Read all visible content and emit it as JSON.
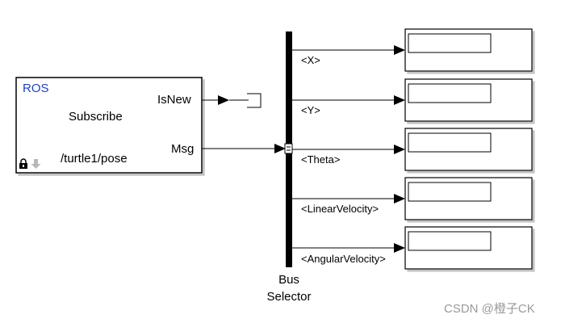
{
  "ros_block": {
    "tag": "ROS",
    "operation": "Subscribe",
    "output_ports": [
      "IsNew",
      "Msg"
    ],
    "topic": "/turtle1/pose"
  },
  "bus_selector": {
    "name": "Bus\nSelector",
    "outputs": [
      "<X>",
      "<Y>",
      "<Theta>",
      "<LinearVelocity>",
      "<AngularVelocity>"
    ]
  },
  "display_blocks": [
    {
      "value": ""
    },
    {
      "value": ""
    },
    {
      "value": ""
    },
    {
      "value": ""
    },
    {
      "value": ""
    }
  ],
  "terminator": {
    "icon": "terminator-icon"
  },
  "icons": {
    "lock": "lock-icon",
    "download": "down-arrow-icon"
  },
  "watermark": "CSDN @橙子CK",
  "colors": {
    "ros_tag": "#1f3fbf",
    "line": "#000000",
    "watermark": "#9a9a9a"
  }
}
